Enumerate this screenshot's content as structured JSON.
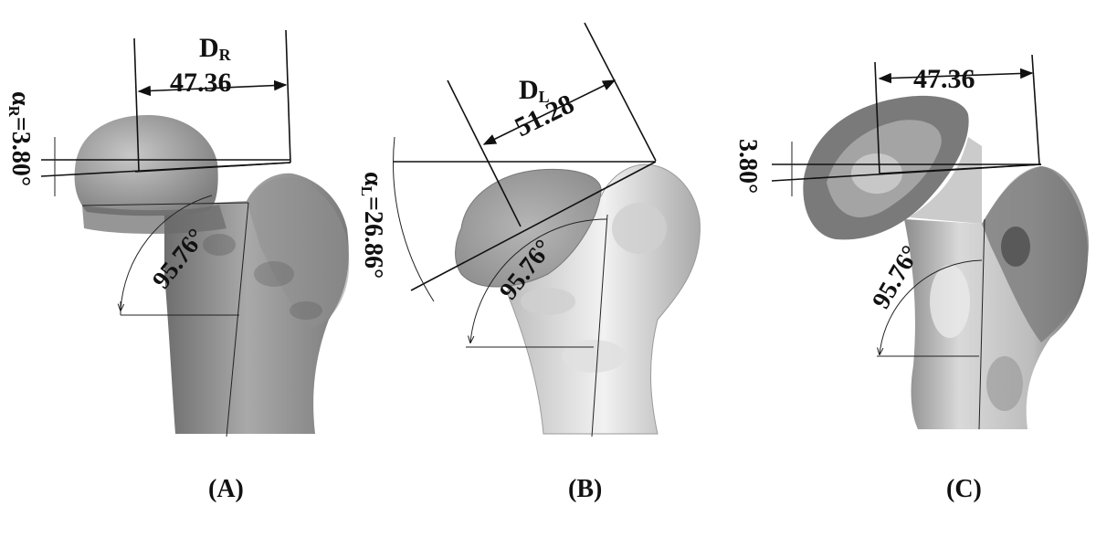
{
  "panels": [
    {
      "label": "(A)",
      "distance_symbol": "D",
      "distance_subscript": "R",
      "distance_value": "47.36",
      "angle_symbol": "α",
      "angle_subscript": "R",
      "angle_value": "=3.80°",
      "neck_shaft_angle": "95.76°"
    },
    {
      "label": "(B)",
      "distance_symbol": "D",
      "distance_subscript": "L",
      "distance_value": "51.28",
      "angle_symbol": "α",
      "angle_subscript": "L",
      "angle_value": "=26.86°",
      "neck_shaft_angle": "95.76°"
    },
    {
      "label": "(C)",
      "distance_value": "47.36",
      "angle_value": "3.80°",
      "neck_shaft_angle": "95.76°"
    }
  ]
}
